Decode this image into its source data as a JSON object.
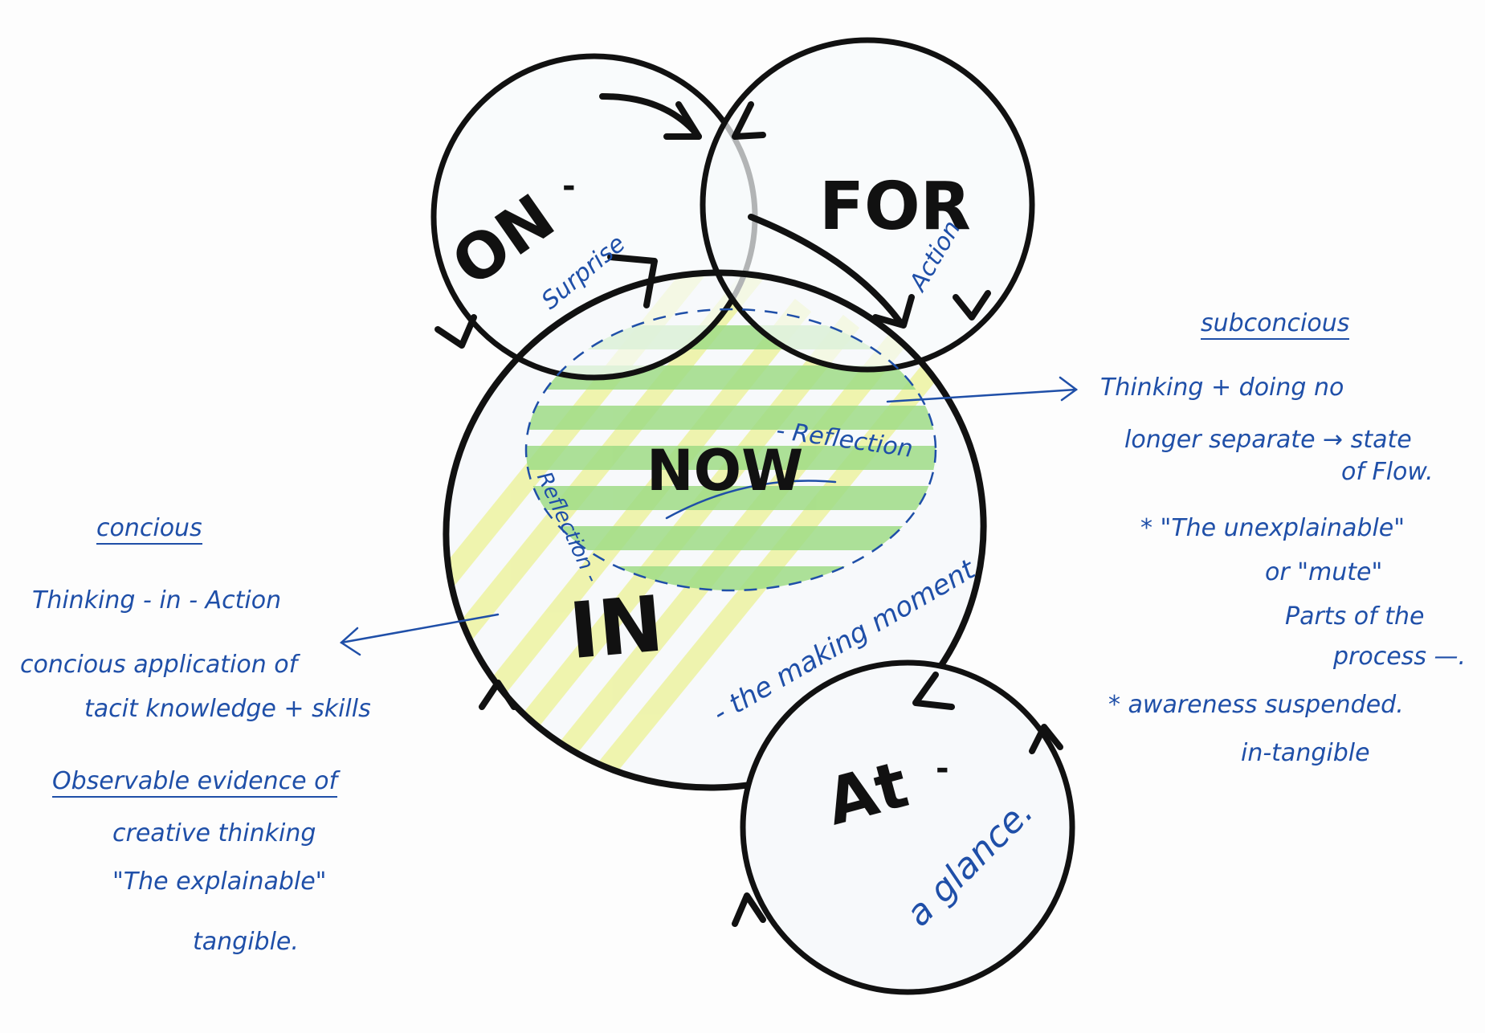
{
  "colors": {
    "ink": "#111111",
    "pen_blue": "#1f4fa8",
    "highlight_green": "#9fdc86",
    "highlight_yellow": "#eef3a6",
    "circle_fill": "#f7f9fb"
  },
  "circles": {
    "on": {
      "label": "ON",
      "dash": "-",
      "subtitle": "Surprise"
    },
    "for": {
      "label": "FOR",
      "subtitle": "Action"
    },
    "now": {
      "label": "NOW",
      "subtitle": "- Reflection"
    },
    "in": {
      "label": "IN",
      "subtitle": "- the making moment",
      "side_label": "Reflection -"
    },
    "at": {
      "label": "At",
      "dash": "-",
      "subtitle": "a glance."
    }
  },
  "left_notes": {
    "heading": "concious",
    "lines": [
      "Thinking - in - Action",
      "concious application of",
      "tacit knowledge + skills",
      "Observable evidence of",
      "creative thinking",
      "\"The explainable\"",
      "tangible."
    ]
  },
  "right_notes": {
    "heading": "subconcious",
    "lines": [
      "Thinking + doing no",
      "longer separate → state",
      "of Flow.",
      "* \"The unexplainable\"",
      "or \"mute\"",
      "Parts of the",
      "process —.",
      "* awareness suspended.",
      "in-tangible"
    ]
  }
}
